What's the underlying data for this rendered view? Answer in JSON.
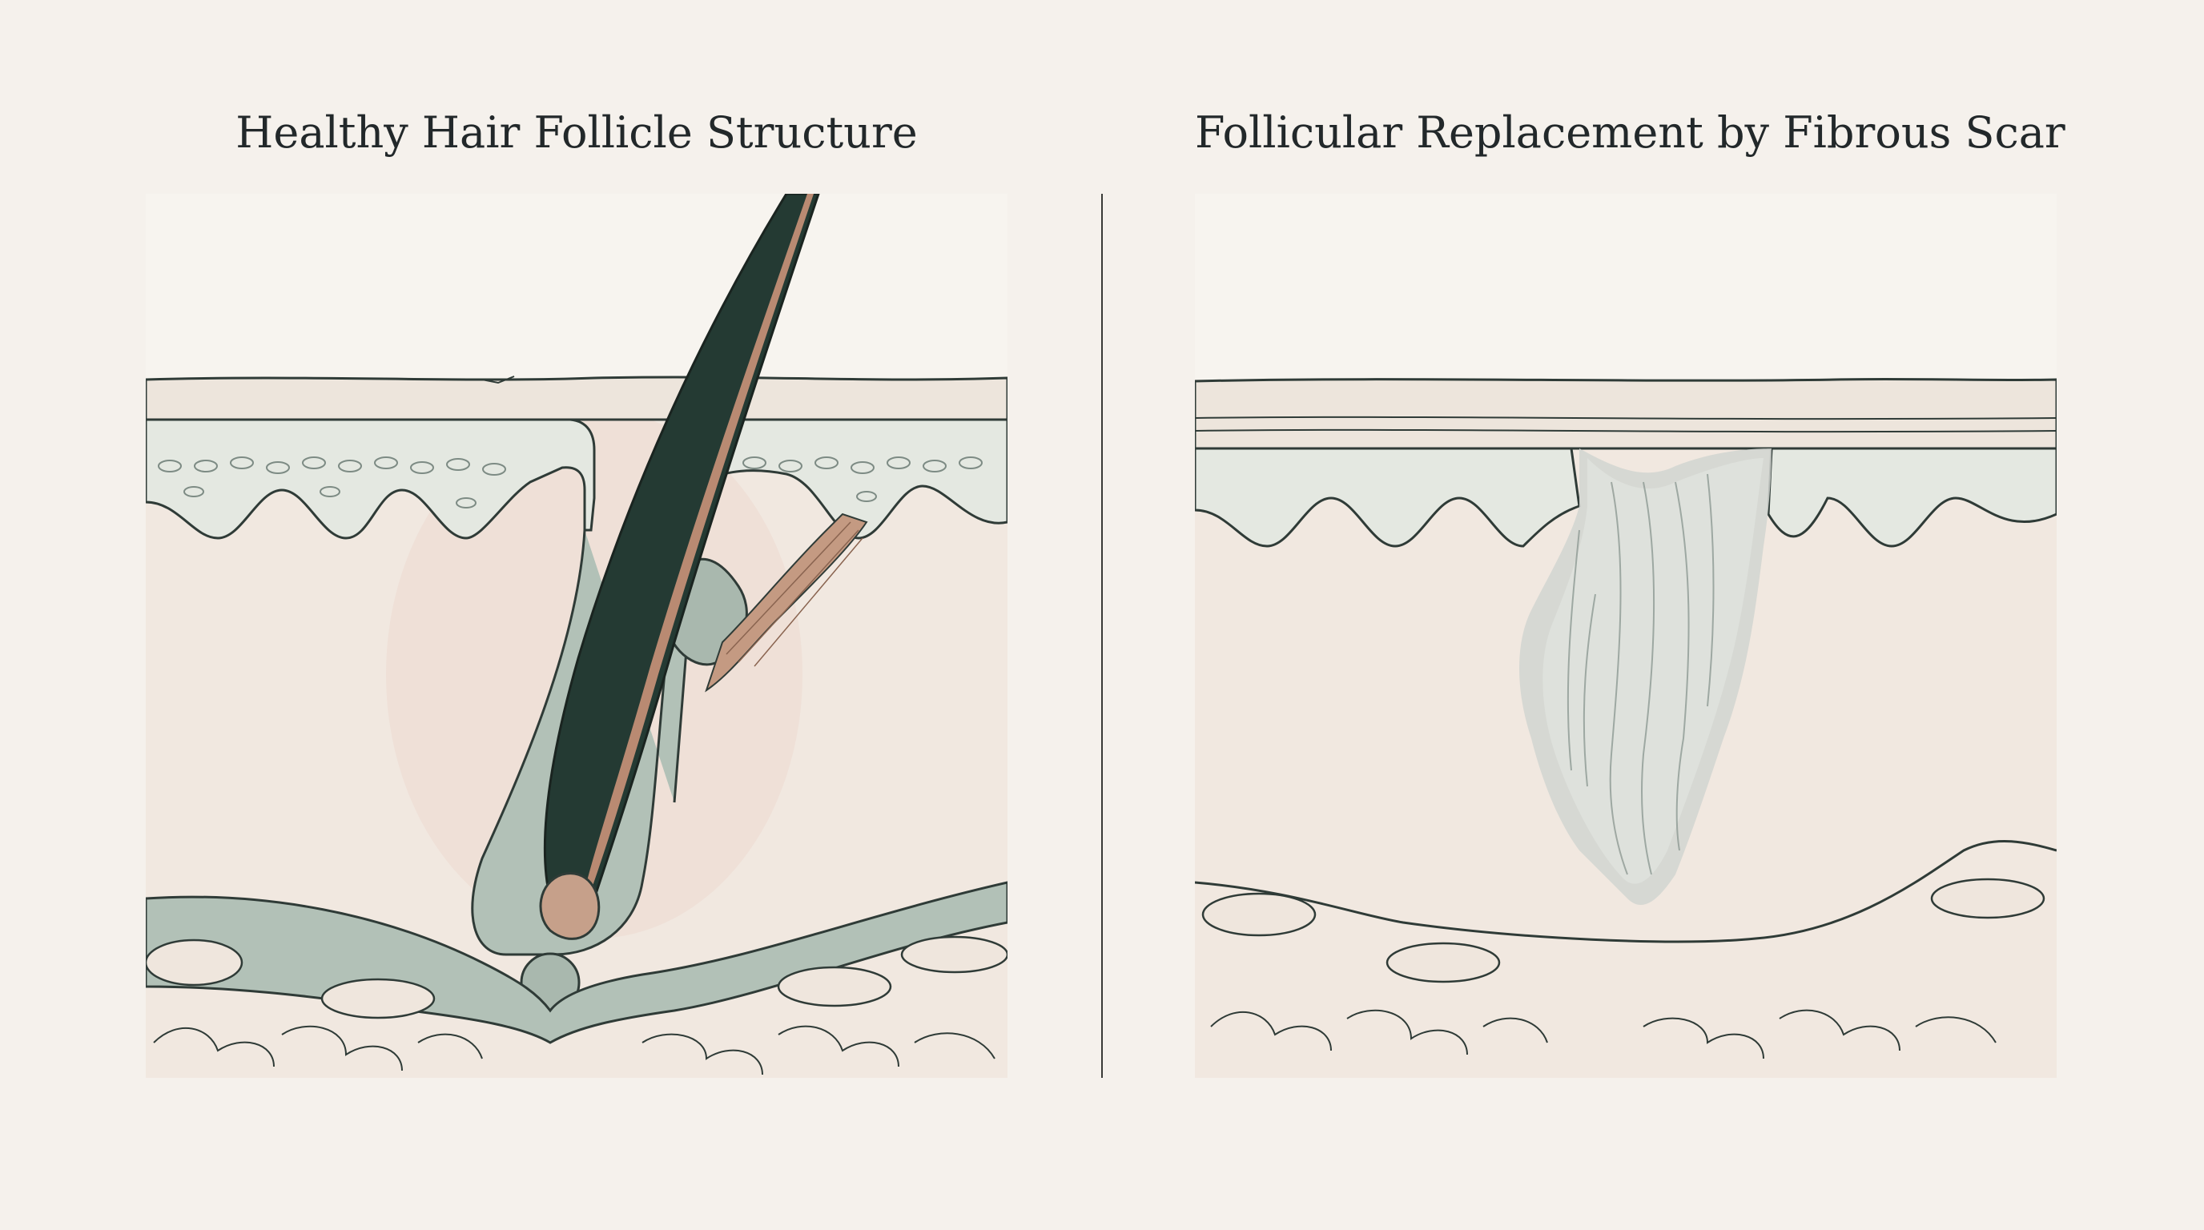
{
  "panels": [
    {
      "title": "Healthy Hair Follicle Structure"
    },
    {
      "title": "Follicular Replacement by Fibrous Scar"
    }
  ],
  "colors": {
    "background": "#f5f1ec",
    "dermis": "#f0e6de",
    "epidermis": "#e6e8e0",
    "sheath": "#a9b8ae",
    "hair_shaft": "#243a33",
    "inner_sheath": "#b98a72",
    "scar": "#c7ccc8",
    "outline": "#2f3b37"
  },
  "icons": [
    "hair-follicle",
    "sebaceous-gland",
    "arrector-pili-muscle",
    "fibrous-scar",
    "fat-lobules"
  ]
}
